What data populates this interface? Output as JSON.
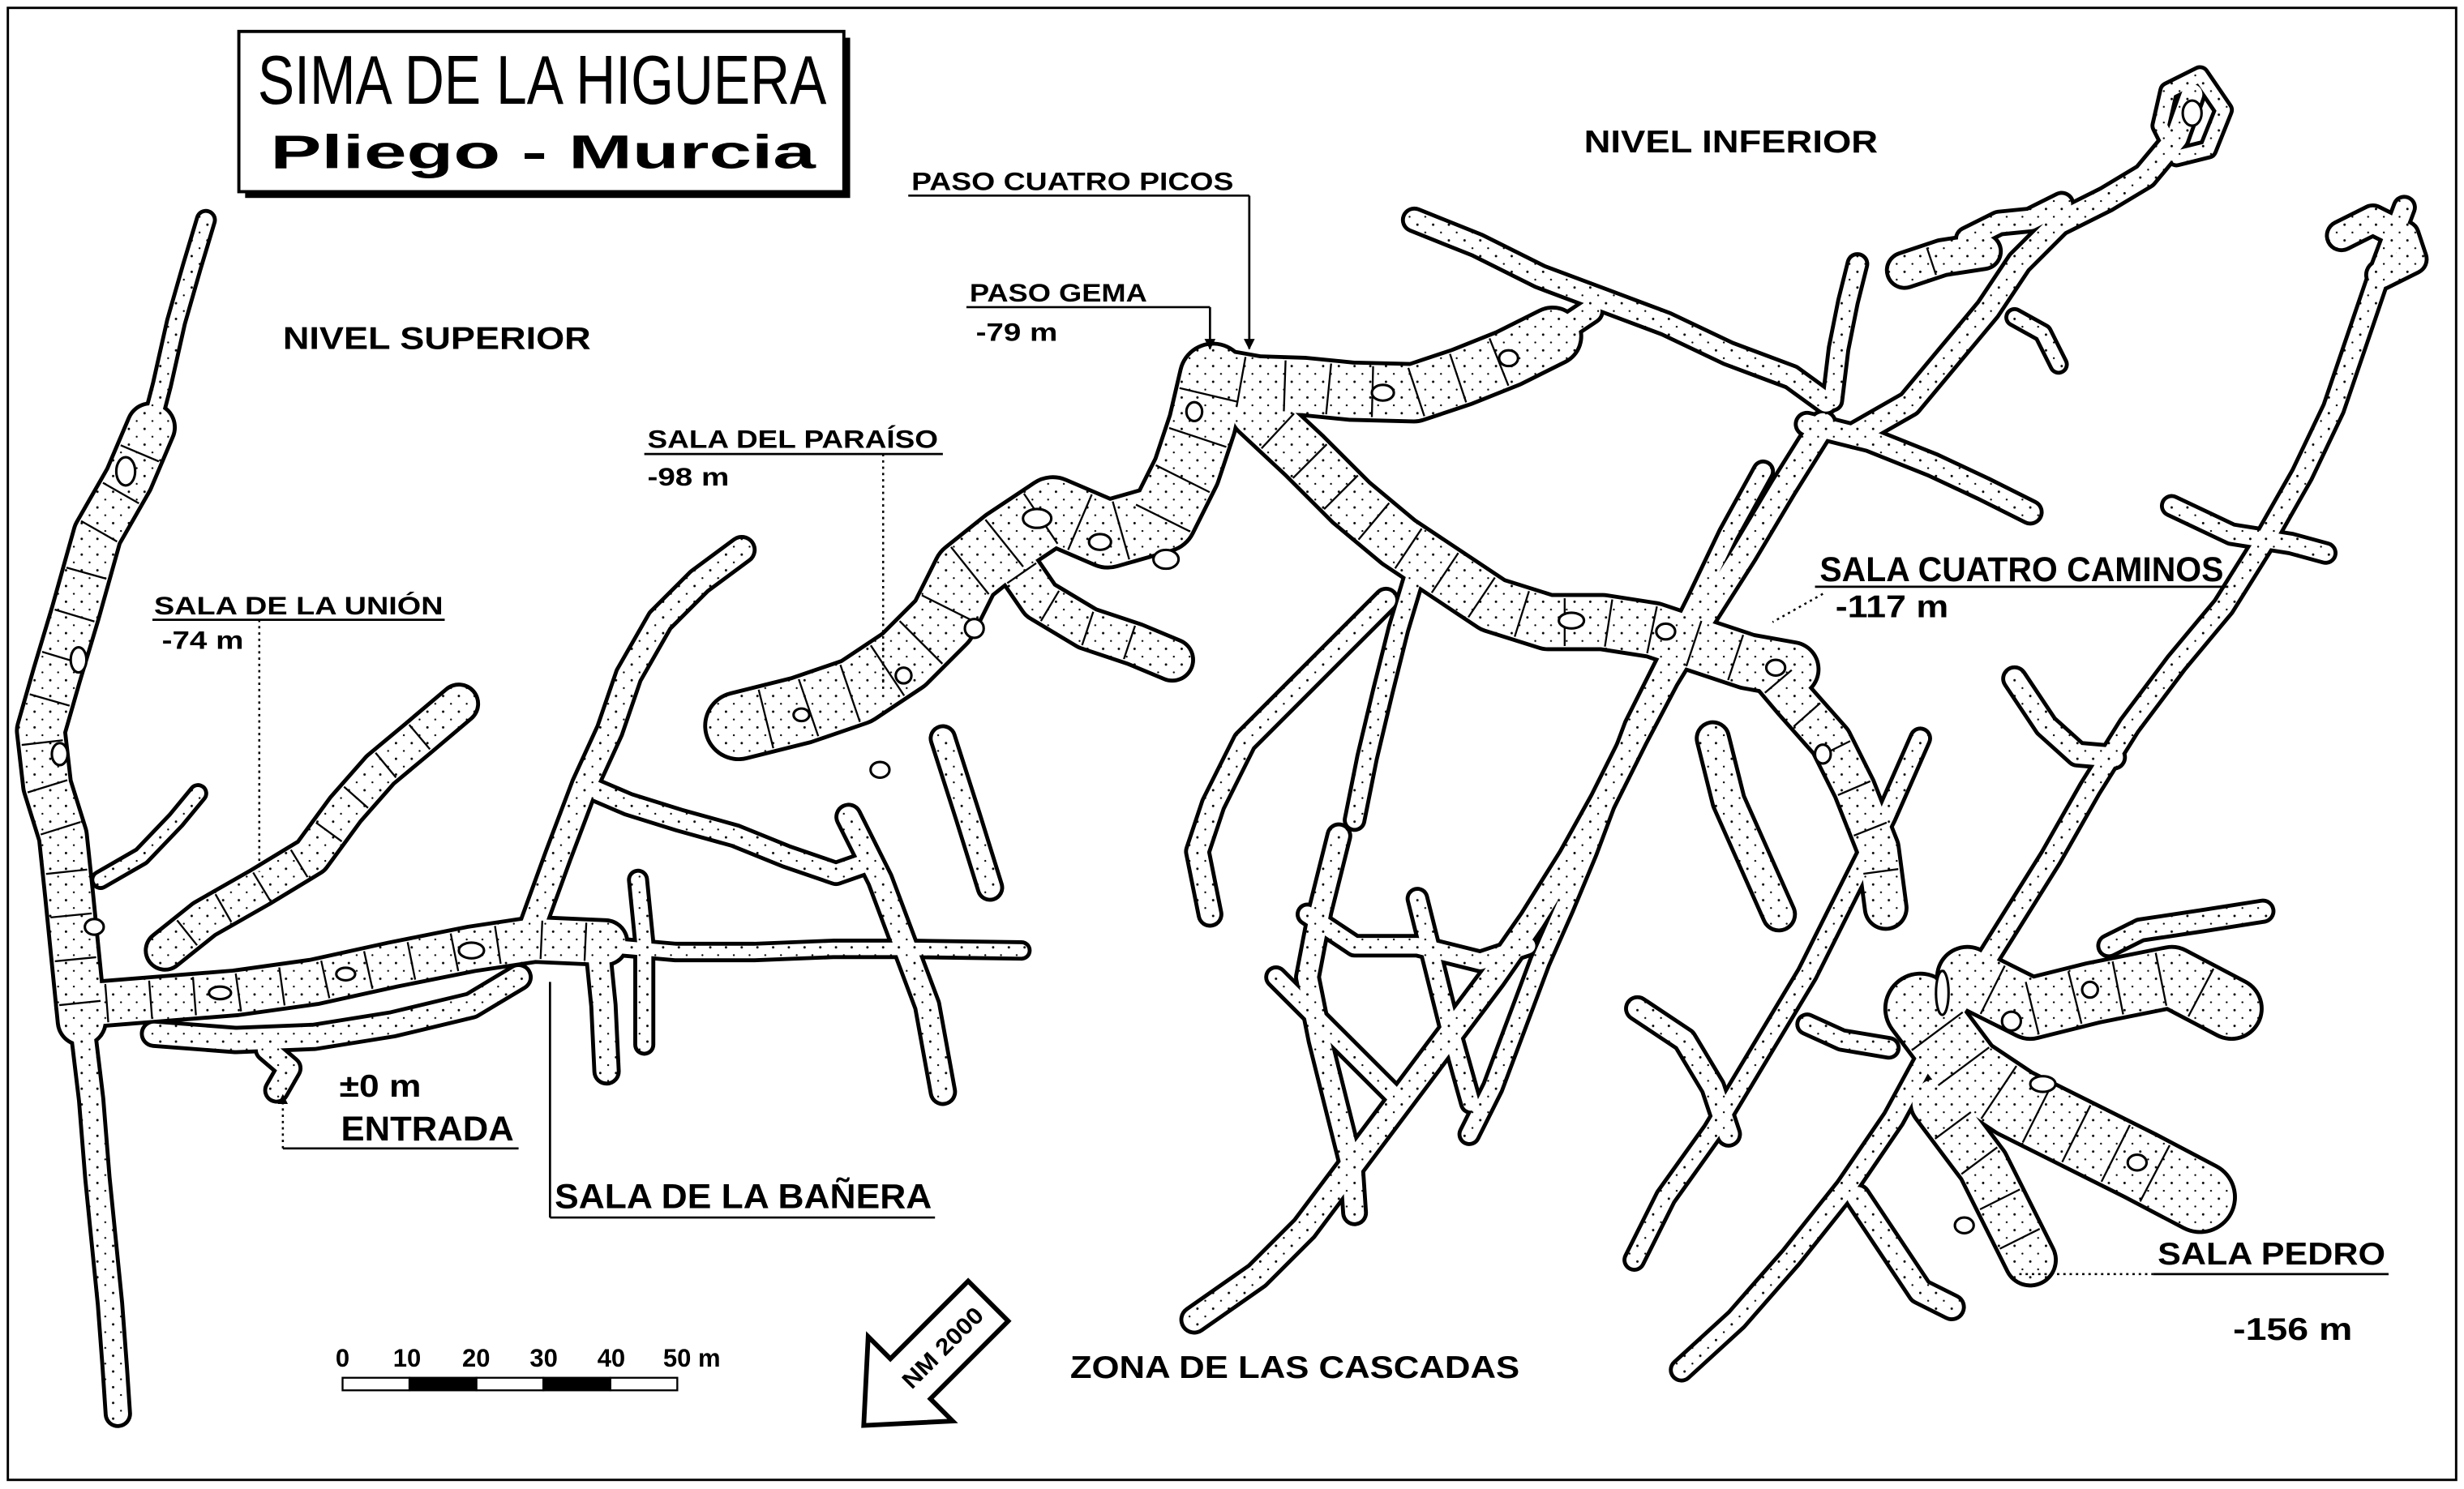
{
  "title": {
    "name": "SIMA DE LA HIGUERA",
    "location": "Pliego - Murcia"
  },
  "levels": {
    "upper": "NIVEL SUPERIOR",
    "lower": "NIVEL INFERIOR"
  },
  "features": {
    "paso_cuatro_picos": {
      "label": "PASO CUATRO PICOS"
    },
    "paso_gema": {
      "label": "PASO GEMA",
      "depth": "-79 m"
    },
    "sala_paraiso": {
      "label": "SALA DEL PARAÍSO",
      "depth": "-98 m"
    },
    "sala_union": {
      "label": "SALA DE LA UNIÓN",
      "depth": "-74 m"
    },
    "sala_cuatro_caminos": {
      "label": "SALA CUATRO CAMINOS",
      "depth": "-117 m"
    },
    "entrada": {
      "label": "ENTRADA",
      "depth": "±0 m"
    },
    "sala_banera": {
      "label": "SALA DE LA BAÑERA"
    },
    "sala_pedro": {
      "label": "SALA PEDRO",
      "depth": "-156 m"
    },
    "zona_cascadas": {
      "label": "ZONA DE LAS CASCADAS"
    }
  },
  "scale_bar": {
    "labels": [
      "0",
      "10",
      "20",
      "30",
      "40",
      "50 m"
    ]
  },
  "north_arrow": {
    "label": "NM 2000"
  },
  "colors": {
    "ink": "#000000",
    "paper": "#ffffff"
  }
}
